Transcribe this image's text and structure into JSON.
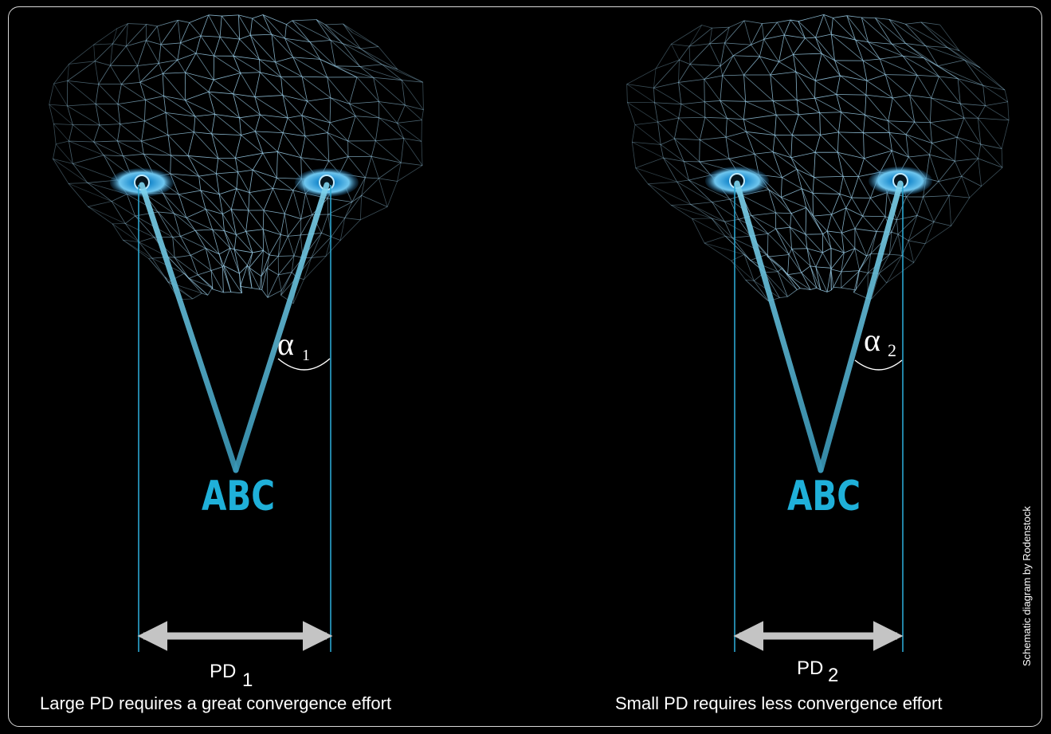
{
  "colors": {
    "background": "#000000",
    "frame": "#d8d8d8",
    "mesh": "#9fd3ee",
    "beam": "#4fb4cf",
    "guide_line": "#2aa6cf",
    "iris": "#2a9fe0",
    "abc_text": "#1fb0d9",
    "arrow": "#bfbfbf",
    "caption": "#ffffff"
  },
  "panels": [
    {
      "id": "large",
      "object_label": "ABC",
      "angle_symbol": "α",
      "angle_subscript": "1",
      "pd_label": "PD",
      "pd_subscript": "1",
      "caption": "Large PD requires a great convergence effort"
    },
    {
      "id": "small",
      "object_label": "ABC",
      "angle_symbol": "α",
      "angle_subscript": "2",
      "pd_label": "PD",
      "pd_subscript": "2",
      "caption": "Small PD requires less convergence effort"
    }
  ],
  "credit": "Schematic diagram by Rodenstock"
}
